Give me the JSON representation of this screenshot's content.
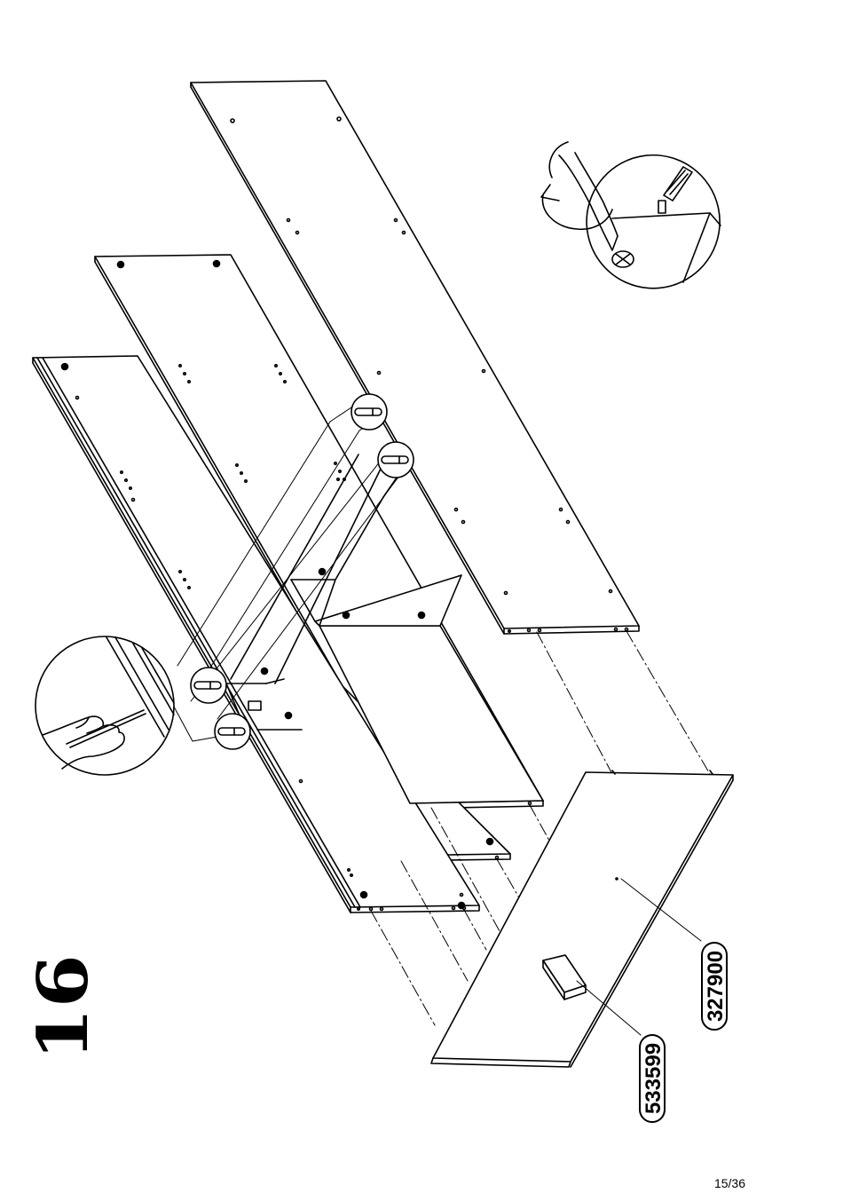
{
  "step": {
    "number": "16"
  },
  "parts": {
    "part_a": "533599",
    "part_b": "327900"
  },
  "page": {
    "indicator": "15/36"
  }
}
